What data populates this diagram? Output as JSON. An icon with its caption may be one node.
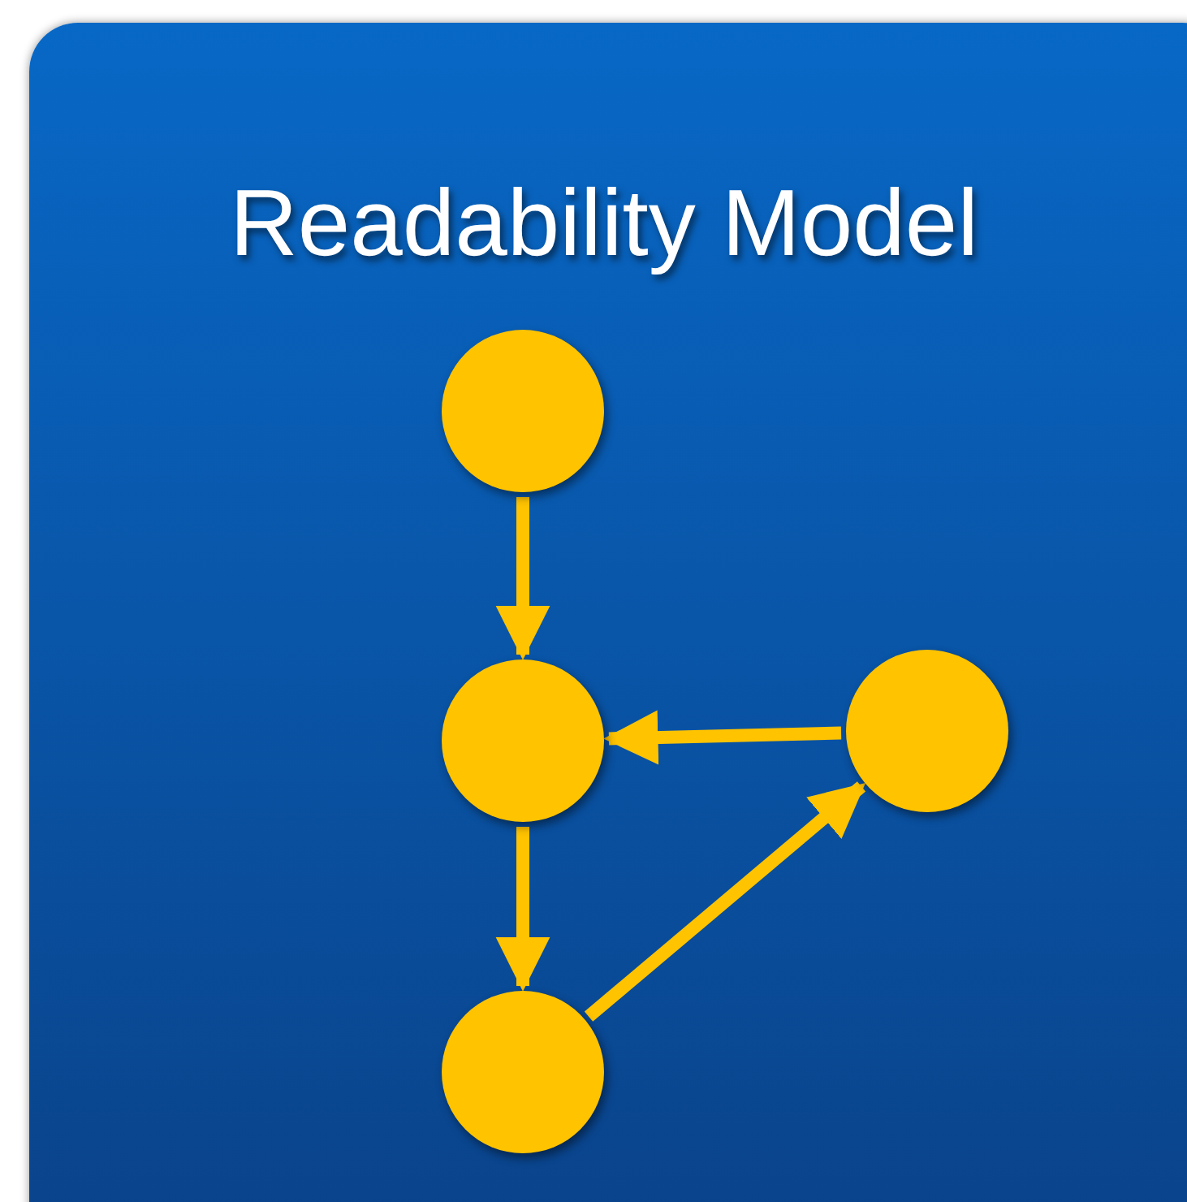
{
  "diagram": {
    "title": "Readability Model",
    "nodes": [
      {
        "text": [],
        "shape": "circle"
      },
      {
        "text": [],
        "shape": "circle"
      },
      {
        "text": [],
        "shape": "circle"
      },
      {
        "text": [],
        "shape": "circle"
      }
    ],
    "edges": [
      {
        "from": 0,
        "to": 1,
        "arrow": "to"
      },
      {
        "from": 3,
        "to": 1,
        "arrow": "to"
      },
      {
        "from": 1,
        "to": 2,
        "arrow": "to"
      },
      {
        "from": 2,
        "to": 3,
        "arrow": "to"
      }
    ]
  }
}
